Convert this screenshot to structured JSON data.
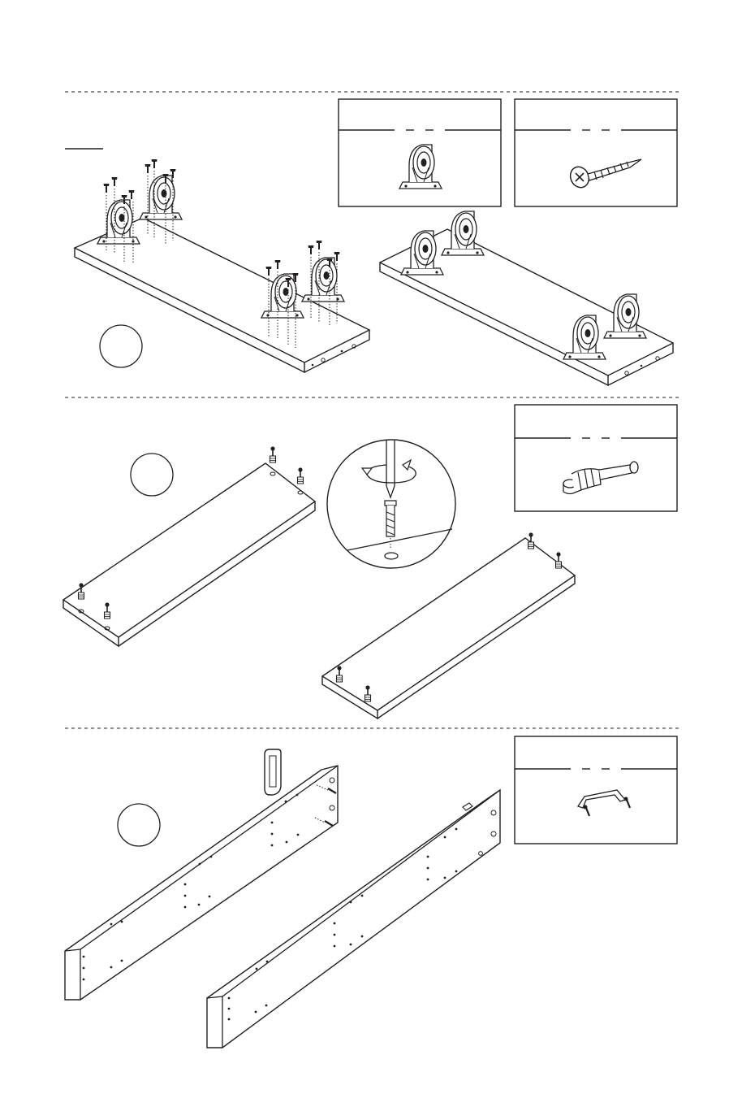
{
  "page": {
    "kind": "furniture assembly instructions (wordless)",
    "sections": [
      {
        "id": "step-1",
        "step_number": "",
        "callouts": [
          "caster-wheel",
          "wood-screw"
        ]
      },
      {
        "id": "step-2",
        "step_number": "",
        "callouts": [
          "cam-bolt"
        ]
      },
      {
        "id": "step-3",
        "step_number": "",
        "callouts": [
          "handle-with-screws"
        ]
      }
    ]
  },
  "icons": {
    "caster": "caster-wheel-icon",
    "screw": "wood-screw-icon",
    "cam_bolt": "cam-bolt-icon",
    "handle": "handle-icon",
    "rotate": "rotate-arrow-icon",
    "screwdriver": "screwdriver-icon"
  },
  "colors": {
    "line": "#231f20",
    "background": "#ffffff",
    "divider": "#231f20"
  }
}
